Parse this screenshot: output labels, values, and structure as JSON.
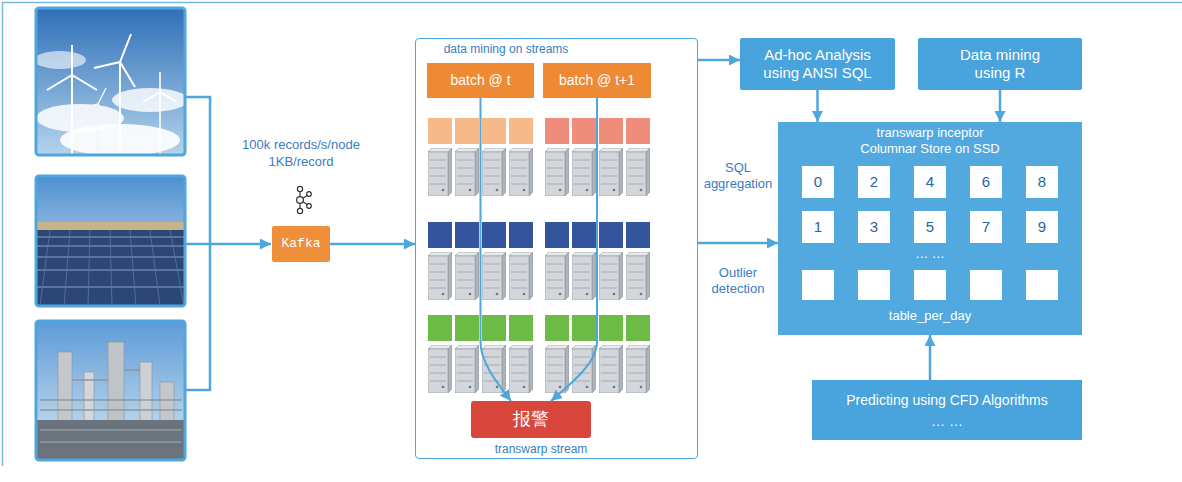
{
  "diagram": {
    "nodes": [
      {
        "text": [
          "Kafka"
        ]
      },
      {
        "text": [
          "data mining on streams",
          "transwarp stream"
        ]
      },
      {
        "text": [
          "batch @ t"
        ],
        "in": 1
      },
      {
        "text": [
          "batch @ t+1"
        ],
        "in": 1
      },
      {
        "text": [
          "报警"
        ],
        "in": 1
      },
      {
        "text": [
          "Ad-hoc Analysis using ANSI SQL"
        ]
      },
      {
        "text": [
          "Data mining using R"
        ]
      },
      {
        "text": [
          "transwarp inceptor",
          "Columnar Store on SSD",
          "table_per_day"
        ]
      },
      {
        "text": [
          "0"
        ],
        "in": 7
      },
      {
        "text": [
          "2"
        ],
        "in": 7
      },
      {
        "text": [
          "4"
        ],
        "in": 7
      },
      {
        "text": [
          "6"
        ],
        "in": 7
      },
      {
        "text": [
          "8"
        ],
        "in": 7
      },
      {
        "text": [
          "1"
        ],
        "in": 7
      },
      {
        "text": [
          "3"
        ],
        "in": 7
      },
      {
        "text": [
          "5"
        ],
        "in": 7
      },
      {
        "text": [
          "7"
        ],
        "in": 7
      },
      {
        "text": [
          "9"
        ],
        "in": 7
      },
      {
        "text": [
          "Predicting using CFD Algorithms",
          "… …"
        ]
      }
    ],
    "edges": [
      {
        "from": 0,
        "to": 1,
        "arrow": "to"
      },
      {
        "from": 2,
        "to": 4,
        "arrow": "to"
      },
      {
        "from": 3,
        "to": 4,
        "arrow": "to"
      },
      {
        "from": 1,
        "to": 5,
        "arrow": "to"
      },
      {
        "from": 1,
        "to": 7,
        "arrow": "to"
      },
      {
        "from": 5,
        "to": 7,
        "arrow": "to"
      },
      {
        "from": 6,
        "to": 7,
        "arrow": "to"
      },
      {
        "from": 18,
        "to": 7,
        "arrow": "to"
      }
    ],
    "labels": [
      "100k records/s/node",
      "1KB/record",
      "SQL aggregation",
      "Outlier detection",
      "… …"
    ]
  }
}
